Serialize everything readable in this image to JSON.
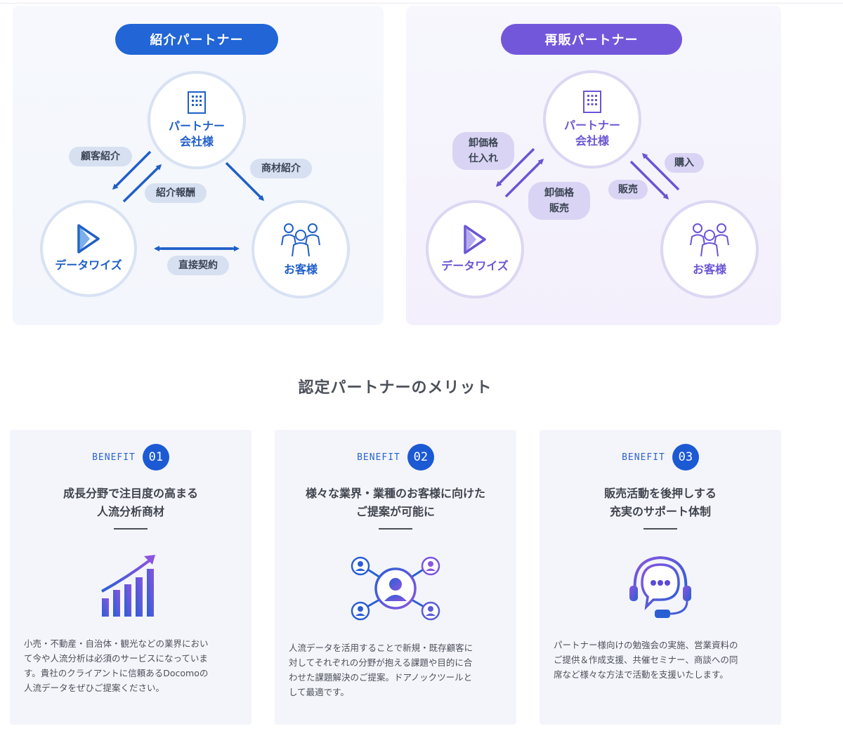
{
  "diagrams": {
    "referral": {
      "title": "紹介パートナー",
      "partner_line1": "パートナー",
      "partner_line2": "会社様",
      "datawise": "データワイズ",
      "customer": "お客様",
      "tag_customer_referral": "顧客紹介",
      "tag_referral_fee": "紹介報酬",
      "tag_product_referral": "商材紹介",
      "tag_direct_contract": "直接契約"
    },
    "resale": {
      "title": "再販パートナー",
      "partner_line1": "パートナー",
      "partner_line2": "会社様",
      "datawise": "データワイズ",
      "customer": "お客様",
      "tag_wholesale_buy_line1": "卸価格",
      "tag_wholesale_buy_line2": "仕入れ",
      "tag_wholesale_sell_line1": "卸価格",
      "tag_wholesale_sell_line2": "販売",
      "tag_purchase": "購入",
      "tag_sales": "販売"
    }
  },
  "benefits": {
    "section_title": "認定パートナーのメリット",
    "label": "BENEFIT",
    "cards": [
      {
        "number": "01",
        "heading": [
          "成長分野で注目度の高まる",
          "人流分析商材"
        ],
        "text": [
          "小売・不動産・自治体・観光などの業界におい",
          "て今や人流分析は必須のサービスになっていま",
          "す。貴社のクライアントに信頼あるDocomoの",
          "人流データをぜひご提案ください。"
        ],
        "icon": "growth-chart-icon"
      },
      {
        "number": "02",
        "heading": [
          "様々な業界・業種のお客様に向けた",
          "ご提案が可能に"
        ],
        "text": [
          "人流データを活用することで新規・既存顧客に",
          "対してそれぞれの分野が抱える課題や目的に合",
          "わせた課題解決のご提案。ドアノックツールと",
          "して最適です。"
        ],
        "icon": "network-people-icon"
      },
      {
        "number": "03",
        "heading": [
          "販売活動を後押しする",
          "充実のサポート体制"
        ],
        "text": [
          "パートナー様向けの勉強会の実施、営業資料の",
          "ご提供＆作成支援、共催セミナー、商談への同",
          "席など様々な方法で活動を支援いたします。"
        ],
        "icon": "headset-support-icon"
      }
    ]
  },
  "colors": {
    "blue": "#2165d6",
    "purple": "#7357db",
    "benefit_blue": "#1c5ad4"
  }
}
